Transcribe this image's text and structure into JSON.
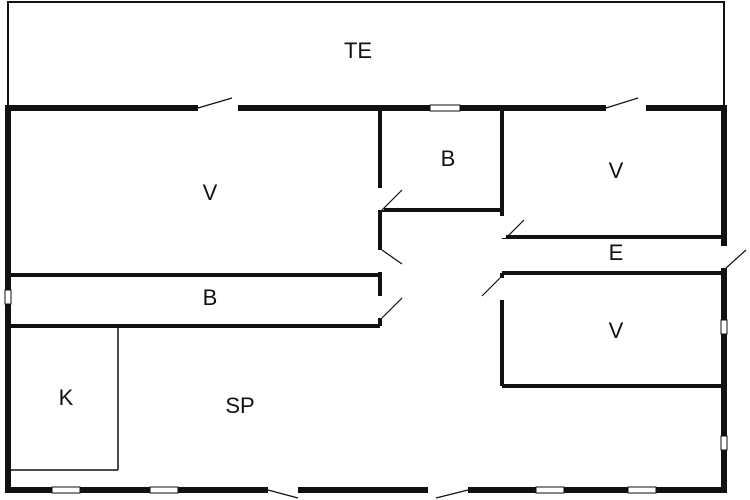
{
  "floorplan": {
    "rooms": [
      {
        "id": "te",
        "label": "TE"
      },
      {
        "id": "v-left",
        "label": "V"
      },
      {
        "id": "b-top",
        "label": "B"
      },
      {
        "id": "v-top-right",
        "label": "V"
      },
      {
        "id": "e",
        "label": "E"
      },
      {
        "id": "b-left",
        "label": "B"
      },
      {
        "id": "v-right",
        "label": "V"
      },
      {
        "id": "k",
        "label": "K"
      },
      {
        "id": "sp",
        "label": "SP"
      }
    ]
  }
}
